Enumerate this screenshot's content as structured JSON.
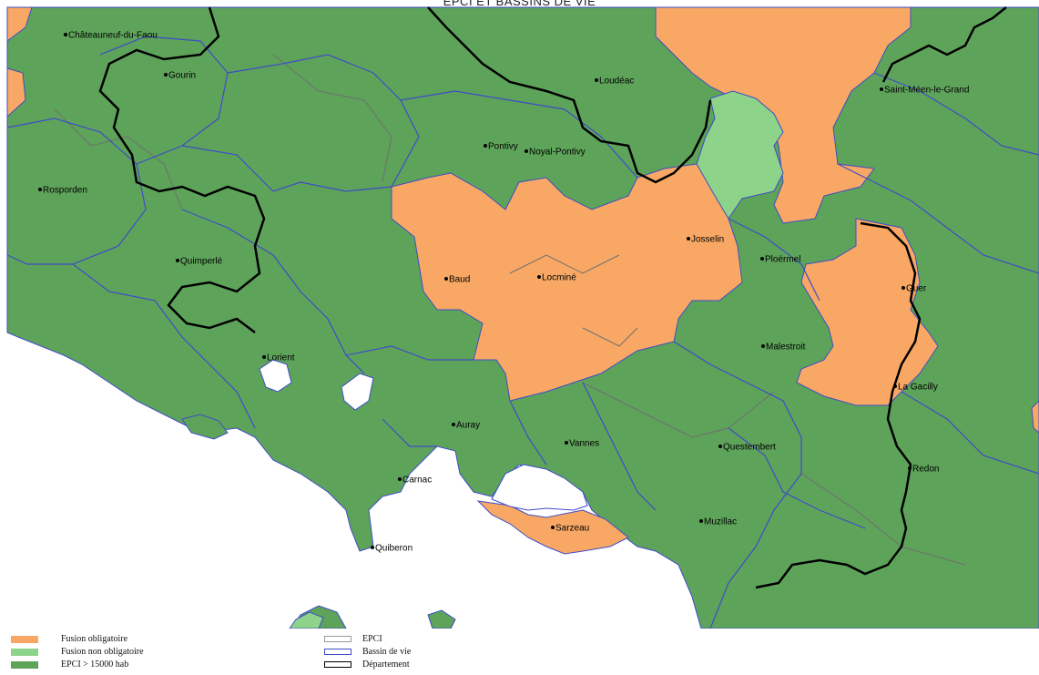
{
  "title": "EPCI ET BASSINS DE VIE",
  "colors": {
    "fusion_obligatoire": "#f8a864",
    "fusion_non_obligatoire": "#8ed38a",
    "epci_15000": "#5ea35a",
    "epci_border": "#6f6f6f",
    "bassin_border": "#3f4cc7",
    "departement_border": "#000000",
    "sea": "#ffffff"
  },
  "cities": [
    {
      "name": "Châteauneuf-du-Faou"
    },
    {
      "name": "Gourin"
    },
    {
      "name": "Loudéac"
    },
    {
      "name": "Saint-Méen-le-Grand"
    },
    {
      "name": "Pontivy"
    },
    {
      "name": "Noyal-Pontivy"
    },
    {
      "name": "Rosporden"
    },
    {
      "name": "Quimperlé"
    },
    {
      "name": "Josselin"
    },
    {
      "name": "Ploërmel"
    },
    {
      "name": "Baud"
    },
    {
      "name": "Locminé"
    },
    {
      "name": "Guer"
    },
    {
      "name": "Malestroit"
    },
    {
      "name": "Lorient"
    },
    {
      "name": "La Gacilly"
    },
    {
      "name": "Auray"
    },
    {
      "name": "Vannes"
    },
    {
      "name": "Questembert"
    },
    {
      "name": "Redon"
    },
    {
      "name": "Carnac"
    },
    {
      "name": "Sarzeau"
    },
    {
      "name": "Muzillac"
    },
    {
      "name": "Quiberon"
    }
  ],
  "legend": {
    "fill_items": [
      {
        "label": "Fusion obligatoire",
        "color_key": "fusion_obligatoire"
      },
      {
        "label": "Fusion non obligatoire",
        "color_key": "fusion_non_obligatoire"
      },
      {
        "label": "EPCI > 15000 hab",
        "color_key": "epci_15000"
      }
    ],
    "line_items": [
      {
        "label": "EPCI",
        "color_key": "epci_border"
      },
      {
        "label": "Bassin de vie",
        "color_key": "bassin_border"
      },
      {
        "label": "Département",
        "color_key": "departement_border"
      }
    ]
  }
}
